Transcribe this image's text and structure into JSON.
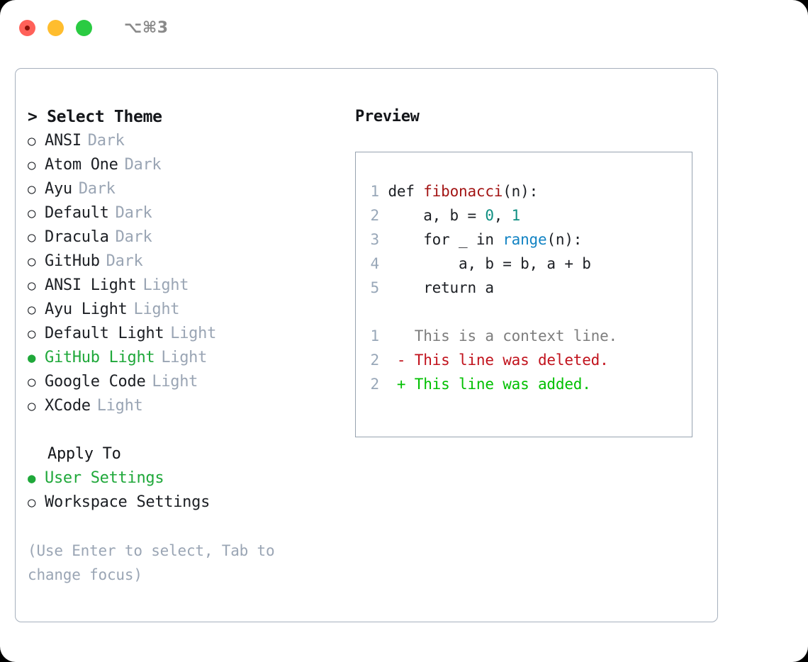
{
  "titlebar": {
    "shortcut": "⌥⌘3",
    "lights": [
      "close-red",
      "minimize-yellow",
      "zoom-green"
    ]
  },
  "left_panel": {
    "heading": "> Select Theme",
    "themes": [
      {
        "marker": "○",
        "name": "ANSI",
        "variant": "Dark",
        "selected": false
      },
      {
        "marker": "○",
        "name": "Atom One",
        "variant": "Dark",
        "selected": false
      },
      {
        "marker": "○",
        "name": "Ayu",
        "variant": "Dark",
        "selected": false
      },
      {
        "marker": "○",
        "name": "Default",
        "variant": "Dark",
        "selected": false
      },
      {
        "marker": "○",
        "name": "Dracula",
        "variant": "Dark",
        "selected": false
      },
      {
        "marker": "○",
        "name": "GitHub",
        "variant": "Dark",
        "selected": false
      },
      {
        "marker": "○",
        "name": "ANSI Light",
        "variant": "Light",
        "selected": false
      },
      {
        "marker": "○",
        "name": "Ayu Light",
        "variant": "Light",
        "selected": false
      },
      {
        "marker": "○",
        "name": "Default Light",
        "variant": "Light",
        "selected": false
      },
      {
        "marker": "●",
        "name": "GitHub Light",
        "variant": "Light",
        "selected": true
      },
      {
        "marker": "○",
        "name": "Google Code",
        "variant": "Light",
        "selected": false
      },
      {
        "marker": "○",
        "name": "XCode",
        "variant": "Light",
        "selected": false
      }
    ],
    "apply_to": {
      "label": "Apply To",
      "options": [
        {
          "marker": "●",
          "name": "User Settings",
          "selected": true
        },
        {
          "marker": "○",
          "name": "Workspace Settings",
          "selected": false
        }
      ]
    },
    "hint": "(Use Enter to select, Tab to change focus)"
  },
  "right_panel": {
    "title": "Preview",
    "code_lines": [
      {
        "no": "1",
        "segments": [
          {
            "text": "def ",
            "cls": "code-text"
          },
          {
            "text": "fibonacci",
            "cls": "tok-fn"
          },
          {
            "text": "(n):",
            "cls": "code-text"
          }
        ]
      },
      {
        "no": "2",
        "segments": [
          {
            "text": "    a, b = ",
            "cls": "code-text"
          },
          {
            "text": "0",
            "cls": "tok-num"
          },
          {
            "text": ", ",
            "cls": "code-text"
          },
          {
            "text": "1",
            "cls": "tok-num"
          }
        ]
      },
      {
        "no": "3",
        "segments": [
          {
            "text": "    for _ in ",
            "cls": "code-text"
          },
          {
            "text": "range",
            "cls": "tok-call"
          },
          {
            "text": "(n):",
            "cls": "code-text"
          }
        ]
      },
      {
        "no": "4",
        "segments": [
          {
            "text": "        a, b = b, a + b",
            "cls": "code-text"
          }
        ]
      },
      {
        "no": "5",
        "segments": [
          {
            "text": "    return a",
            "cls": "code-text"
          }
        ]
      }
    ],
    "diff_lines": [
      {
        "no": "1",
        "segments": [
          {
            "text": "   This is a context line.",
            "cls": "diff-ctx"
          }
        ]
      },
      {
        "no": "2",
        "segments": [
          {
            "text": " - This line was deleted.",
            "cls": "diff-del"
          }
        ]
      },
      {
        "no": "2",
        "segments": [
          {
            "text": " + This line was added.",
            "cls": "diff-add"
          }
        ]
      }
    ]
  },
  "colors": {
    "accent_green": "#1fa83a",
    "diff_add_green": "#00c000",
    "diff_del_red": "#c1121c",
    "muted_gray": "#9aa5b4",
    "border": "#a6b0bd",
    "keyword": "#1c1f24",
    "function_red": "#a31515",
    "number_teal": "#0f8f82",
    "call_blue": "#1283c3"
  }
}
